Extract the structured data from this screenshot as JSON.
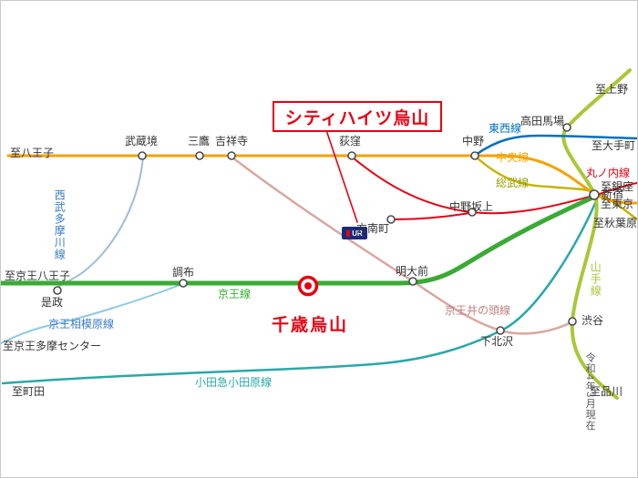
{
  "colors": {
    "accent": "#e60012",
    "station_dot_stroke": "#4c4c4c"
  },
  "callout": {
    "label": "シティハイツ烏山"
  },
  "marker_station": {
    "label": "千歳烏山"
  },
  "ur_badge": {
    "label": "UR"
  },
  "lines": {
    "chuo": {
      "label": "中央線",
      "color": "#f5a200"
    },
    "tozai": {
      "label": "東西線",
      "color": "#0070c0"
    },
    "sobu": {
      "label": "総武線",
      "color": "#c4b400",
      "label_color": "#9aa000"
    },
    "marunouchi": {
      "label": "丸ノ内線",
      "color": "#e60012"
    },
    "keio": {
      "label": "京王線",
      "color": "#3aaa35"
    },
    "yamanote": {
      "label": "山手線",
      "color": "#a8c838"
    },
    "inokashira": {
      "label": "京王井の頭線",
      "color": "#d8a8a2",
      "label_color": "#c08080"
    },
    "seibu_tamagawa": {
      "label": "西武多摩川線",
      "color": "#a0bcd8",
      "label_color": "#3a7cc4"
    },
    "sagamihara": {
      "label": "京王相模原線",
      "color": "#8ecae0",
      "label_color": "#3a7cc4"
    },
    "odakyu": {
      "label": "小田急小田原線",
      "color": "#2aa8a8"
    }
  },
  "stations": {
    "musashisakai": "武蔵境",
    "mitaka": "三鷹",
    "kichijoji": "吉祥寺",
    "ogikubo": "荻窪",
    "nakano": "中野",
    "takadanobaba": "高田馬場",
    "shinjuku": "新宿",
    "honancho": "方南町",
    "nakanosakaue": "中野坂上",
    "chofu": "調布",
    "meidaimae": "明大前",
    "koremasa": "是政",
    "shimokitazawa": "下北沢",
    "shibuya": "渋谷"
  },
  "destinations": {
    "hachioji": "至八王子",
    "ueno": "至上野",
    "otemachi": "至大手町",
    "ginza": "至銀座",
    "tokyo": "至東京",
    "akihabara": "至秋葉原",
    "keio_hachioji": "至京王八王子",
    "keio_tama_center": "至京王多摩センター",
    "machida": "至町田",
    "shinagawa": "至品川"
  },
  "note": {
    "as_of": "令和4年3月現在"
  }
}
